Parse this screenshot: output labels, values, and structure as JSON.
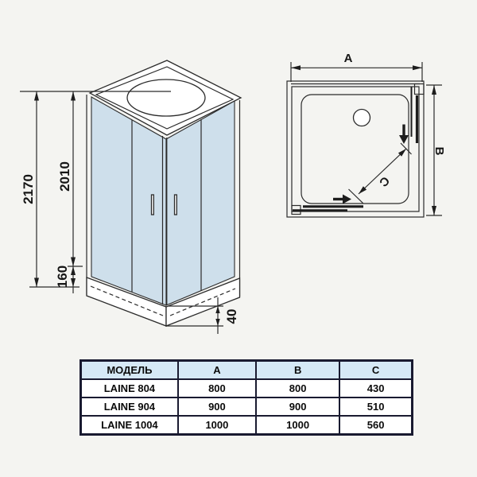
{
  "front_view": {
    "dims": {
      "total_height": "2170",
      "cabin_height": "2010",
      "tray_height": "160",
      "base_height": "40"
    }
  },
  "top_view": {
    "dims": {
      "width": "A",
      "depth": "B",
      "entry": "C"
    }
  },
  "table": {
    "headers": [
      "МОДЕЛЬ",
      "A",
      "B",
      "C"
    ],
    "rows": [
      {
        "model": "LAINE 804",
        "a": "800",
        "b": "800",
        "c": "430"
      },
      {
        "model": "LAINE 904",
        "a": "900",
        "b": "900",
        "c": "510"
      },
      {
        "model": "LAINE 1004",
        "a": "1000",
        "b": "1000",
        "c": "560"
      }
    ]
  },
  "colors": {
    "glass": "#cedfeb",
    "line": "#2b2b2b",
    "arrow": "#1d1d1d",
    "table_border": "#191a30",
    "table_header_bg": "#d6e9f6",
    "background": "#f4f4f1"
  }
}
